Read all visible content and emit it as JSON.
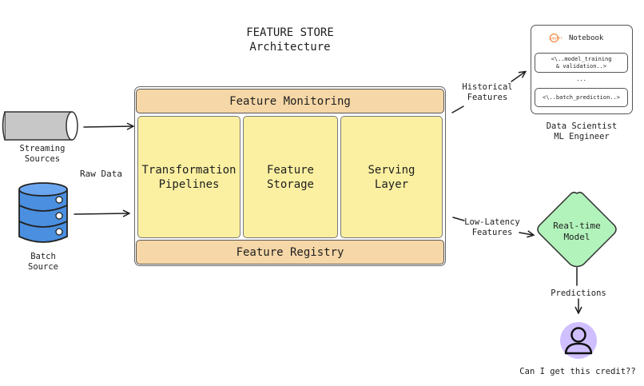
{
  "title": {
    "line1": "FEATURE STORE",
    "line2": "Architecture"
  },
  "sources": {
    "streaming": {
      "line1": "Streaming",
      "line2": "Sources"
    },
    "batch": {
      "line1": "Batch",
      "line2": "Source"
    },
    "raw_data_label": "Raw Data"
  },
  "feature_store": {
    "monitoring": "Feature Monitoring",
    "registry": "Feature Registry",
    "panels": [
      {
        "line1": "Transformation",
        "line2": "Pipelines"
      },
      {
        "line1": "Feature",
        "line2": "Storage"
      },
      {
        "line1": "Serving",
        "line2": "Layer"
      }
    ]
  },
  "historical_features": {
    "line1": "Historical",
    "line2": "Features"
  },
  "low_latency_features": {
    "line1": "Low-Latency",
    "line2": "Features"
  },
  "notebook": {
    "brand": "jupyter",
    "title": "Notebook",
    "cell1": {
      "line1": "<\\..model_training",
      "line2": "& validation..>"
    },
    "ellipsis": "...",
    "cell2": "<\\..batch_prediction..>"
  },
  "data_scientist": {
    "line1": "Data Scientist",
    "line2": "ML Engineer"
  },
  "model": {
    "line1": "Real-time",
    "line2": "Model",
    "color": "#b2f2bb"
  },
  "predictions_label": "Predictions",
  "user_caption": "Can I get this credit??",
  "colors": {
    "bar": "#f6d7a7",
    "panel": "#fbf0a1",
    "database": "#4a8fe0",
    "pipe": "#c7c7c7",
    "user": "#d0bfff"
  }
}
